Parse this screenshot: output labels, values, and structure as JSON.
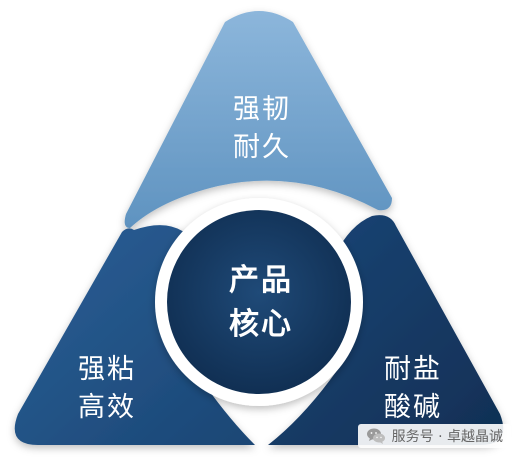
{
  "diagram": {
    "center": {
      "line1": "产品",
      "line2": "核心"
    },
    "segments": {
      "top": {
        "line1": "强韧",
        "line2": "耐久"
      },
      "bottom_left": {
        "line1": "强粘",
        "line2": "高效"
      },
      "bottom_right": {
        "line1": "耐盐",
        "line2": "酸碱"
      }
    }
  },
  "watermark": {
    "icon": "wechat-icon",
    "text": "服务号 · 卓越晶诚"
  },
  "colors": {
    "top_segment": "#6f9fc7",
    "bottom_left_segment": "#1f4f82",
    "bottom_right_segment": "#153963",
    "center_circle": "#163a62",
    "ring": "#ffffff"
  }
}
